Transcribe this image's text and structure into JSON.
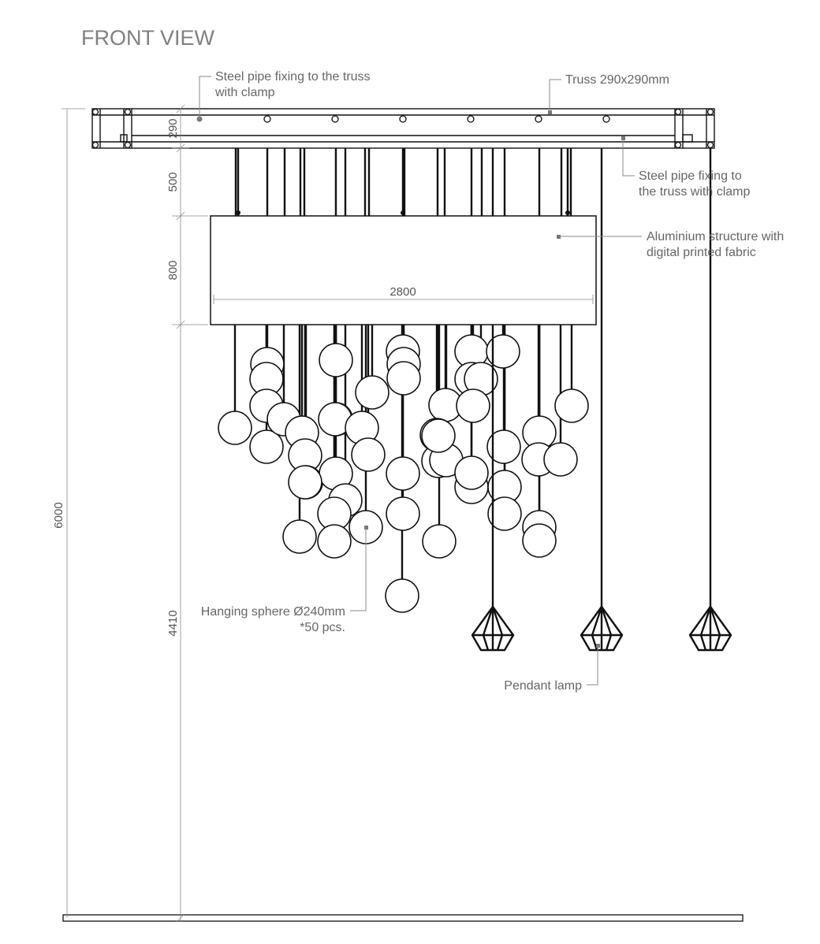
{
  "title": "FRONT VIEW",
  "dimensions": {
    "truss_height": "290",
    "drop_to_box": "500",
    "box_height": "800",
    "box_width": "2800",
    "drop_below": "4410",
    "total_height": "6000"
  },
  "annotations": {
    "steel_pipe_left": [
      "Steel pipe fixing to the truss",
      "with clamp"
    ],
    "truss": "Truss 290x290mm",
    "steel_pipe_right": [
      "Steel pipe fixing to",
      "the truss with clamp"
    ],
    "aluminium": [
      "Aluminium structure with",
      "digital printed fabric"
    ],
    "sphere": [
      "Hanging sphere Ø240mm",
      "*50 pcs."
    ],
    "pendant": "Pendant lamp"
  },
  "colors": {
    "line": "#111111",
    "annotation": "#666666",
    "title": "#808080"
  }
}
